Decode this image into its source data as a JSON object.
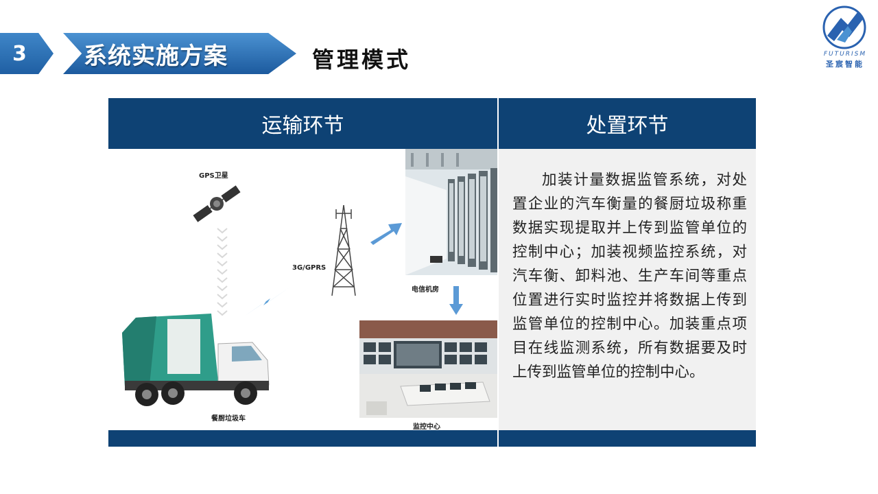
{
  "header": {
    "section_number": "3",
    "section_title": "系统实施方案",
    "subtitle": "管理模式"
  },
  "logo": {
    "english": "FUTURISM",
    "chinese": "圣宸智能"
  },
  "table": {
    "left_header": "运输环节",
    "right_header": "处置环节",
    "description": "加装计量数据监管系统，对处置企业的汽车衡量的餐厨垃圾称重数据实现提取并上传到监管单位的控制中心；加装视频监控系统，对汽车衡、卸料池、生产车间等重点位置进行实时监控并将数据上传到监管单位的控制中心。加装重点项目在线监测系统，所有数据要及时上传到监管单位的控制中心。"
  },
  "diagram": {
    "gps_label": "GPS卫星",
    "network_label": "3G/GPRS",
    "datacenter_label": "电信机房",
    "truck_label": "餐厨垃圾车",
    "monitor_label": "监控中心"
  },
  "colors": {
    "header_blue": "#0e4274",
    "tab_blue": "#2a6db5",
    "text_bg": "#f1f1f1"
  }
}
